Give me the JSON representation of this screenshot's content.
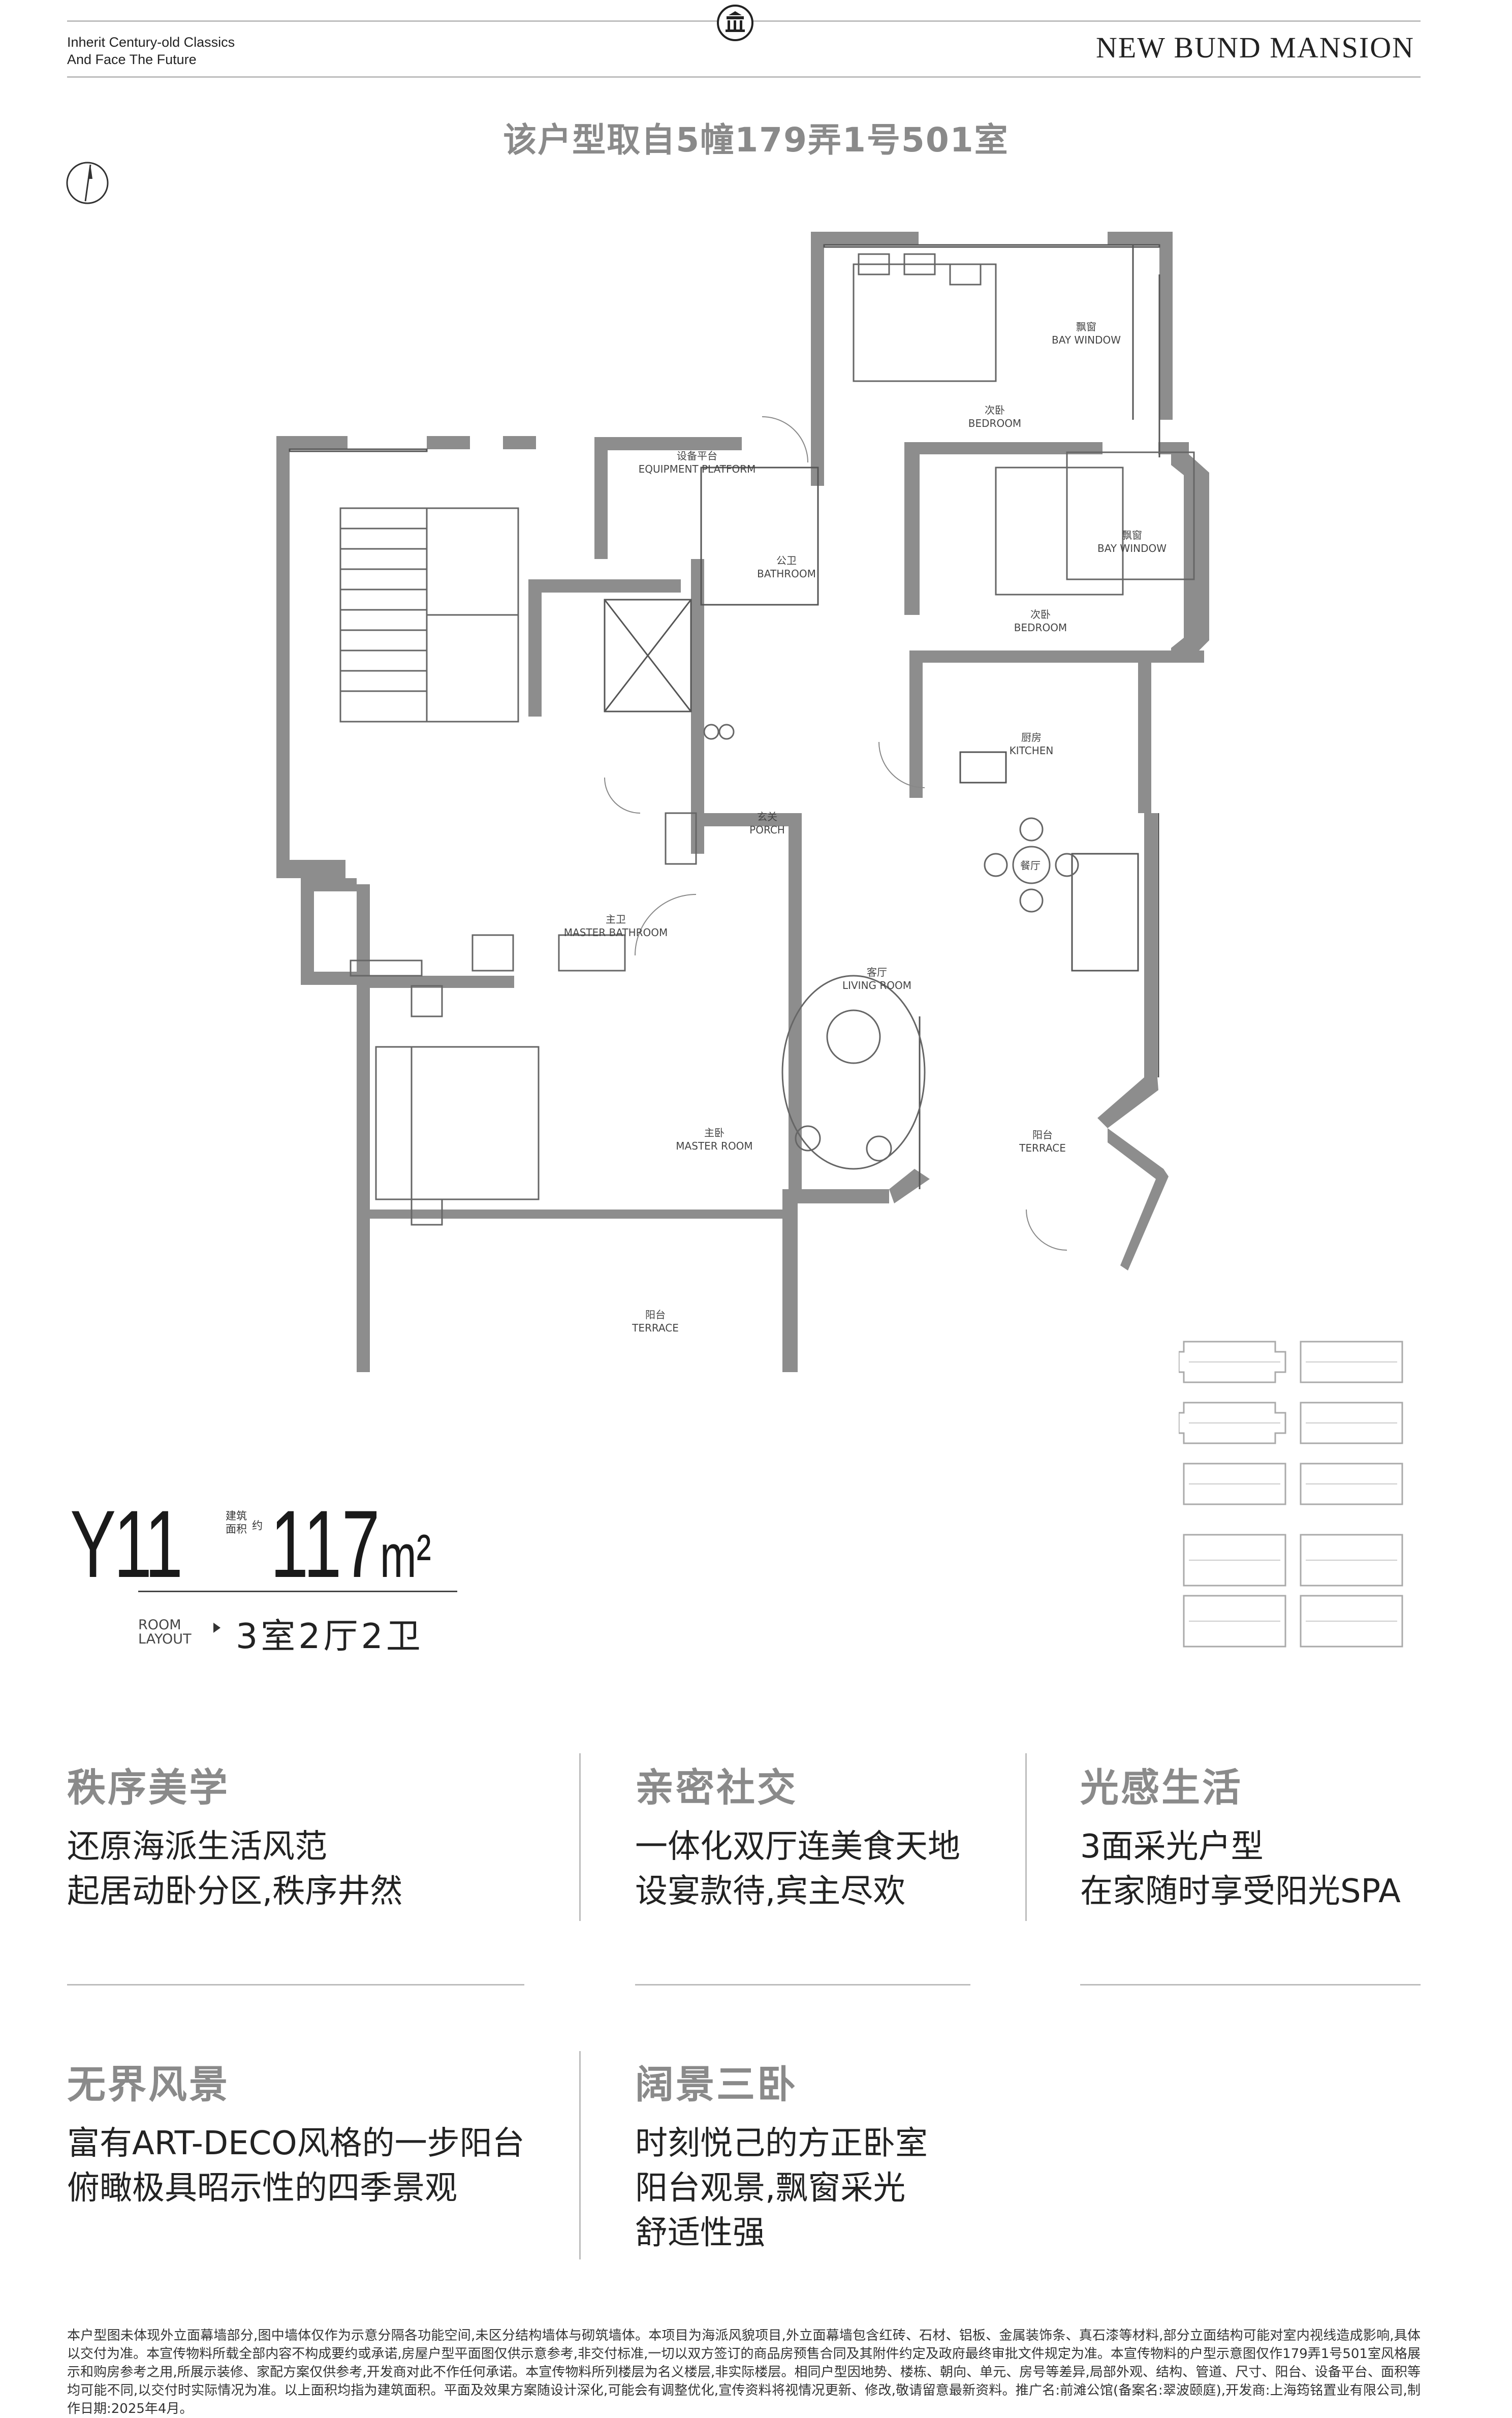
{
  "header": {
    "tagline_1": "Inherit Century-old Classics",
    "tagline_2": "And Face The Future",
    "brand": "NEW BUND MANSION",
    "subtitle": "该户型取自5幢179弄1号501室"
  },
  "rooms": {
    "bedroom2_cn": "次卧",
    "bedroom2_en": "BEDROOM",
    "bay1_cn": "飘窗",
    "bay1_en": "BAY WINDOW",
    "bedroom3_cn": "次卧",
    "bedroom3_en": "BEDROOM",
    "bay2_cn": "飘窗",
    "bay2_en": "BAY WINDOW",
    "equip_cn": "设备平台",
    "equip_en": "EQUIPMENT PLATFORM",
    "bath_cn": "公卫",
    "bath_en": "BATHROOM",
    "kitchen_cn": "厨房",
    "kitchen_en": "KITCHEN",
    "porch_cn": "玄关",
    "porch_en": "PORCH",
    "dining_cn": "餐厅",
    "master_bath_cn": "主卫",
    "master_bath_en": "MASTER BATHROOM",
    "living_cn": "客厅",
    "living_en": "LIVING ROOM",
    "terrace1_cn": "阳台",
    "terrace1_en": "TERRACE",
    "master_cn": "主卧",
    "master_en": "MASTER ROOM",
    "terrace2_cn": "阳台",
    "terrace2_en": "TERRACE"
  },
  "unit": {
    "code": "Y11",
    "area_label_1": "建筑",
    "area_label_2": "面积",
    "area_approx": "约",
    "area_value": "117",
    "area_unit": "m²",
    "room_layout_1": "ROOM",
    "room_layout_2": "LAYOUT",
    "layout_value": "3室2厅2卫"
  },
  "features": [
    {
      "title": "秩序美学",
      "lines": [
        "还原海派生活风范",
        "起居动卧分区,秩序井然"
      ]
    },
    {
      "title": "亲密社交",
      "lines": [
        "一体化双厅连美食天地",
        "设宴款待,宾主尽欢"
      ]
    },
    {
      "title": "光感生活",
      "lines": [
        "3面采光户型",
        "在家随时享受阳光SPA"
      ]
    },
    {
      "title": "无界风景",
      "lines": [
        "富有ART-DECO风格的一步阳台",
        "俯瞰极具昭示性的四季景观"
      ]
    },
    {
      "title": "阔景三卧",
      "lines": [
        "时刻悦己的方正卧室",
        "阳台观景,飘窗采光",
        "舒适性强"
      ]
    }
  ],
  "disclaimer": "本户型图未体现外立面幕墙部分,图中墙体仅作为示意分隔各功能空间,未区分结构墙体与砌筑墙体。本项目为海派风貌项目,外立面幕墙包含红砖、石材、铝板、金属装饰条、真石漆等材料,部分立面结构可能对室内视线造成影响,具体以交付为准。本宣传物料所载全部内容不构成要约或承诺,房屋户型平面图仅供示意参考,非交付标准,一切以双方签订的商品房预售合同及其附件约定及政府最终审批文件规定为准。本宣传物料的户型示意图仅作179弄1号501室风格展示和购房参考之用,所展示装修、家配方案仅供参考,开发商对此不作任何承诺。本宣传物料所列楼层为名义楼层,非实际楼层。相同户型因地势、楼栋、朝向、单元、房号等差异,局部外观、结构、管道、尺寸、阳台、设备平台、面积等均可能不同,以交付时实际情况为准。以上面积均指为建筑面积。平面及效果方案随设计深化,可能会有调整优化,宣传资料将视情况更新、修改,敬请留意最新资料。推广名:前滩公馆(备案名:翠波颐庭),开发商:上海筠铭置业有限公司,制作日期:2025年4月。"
}
